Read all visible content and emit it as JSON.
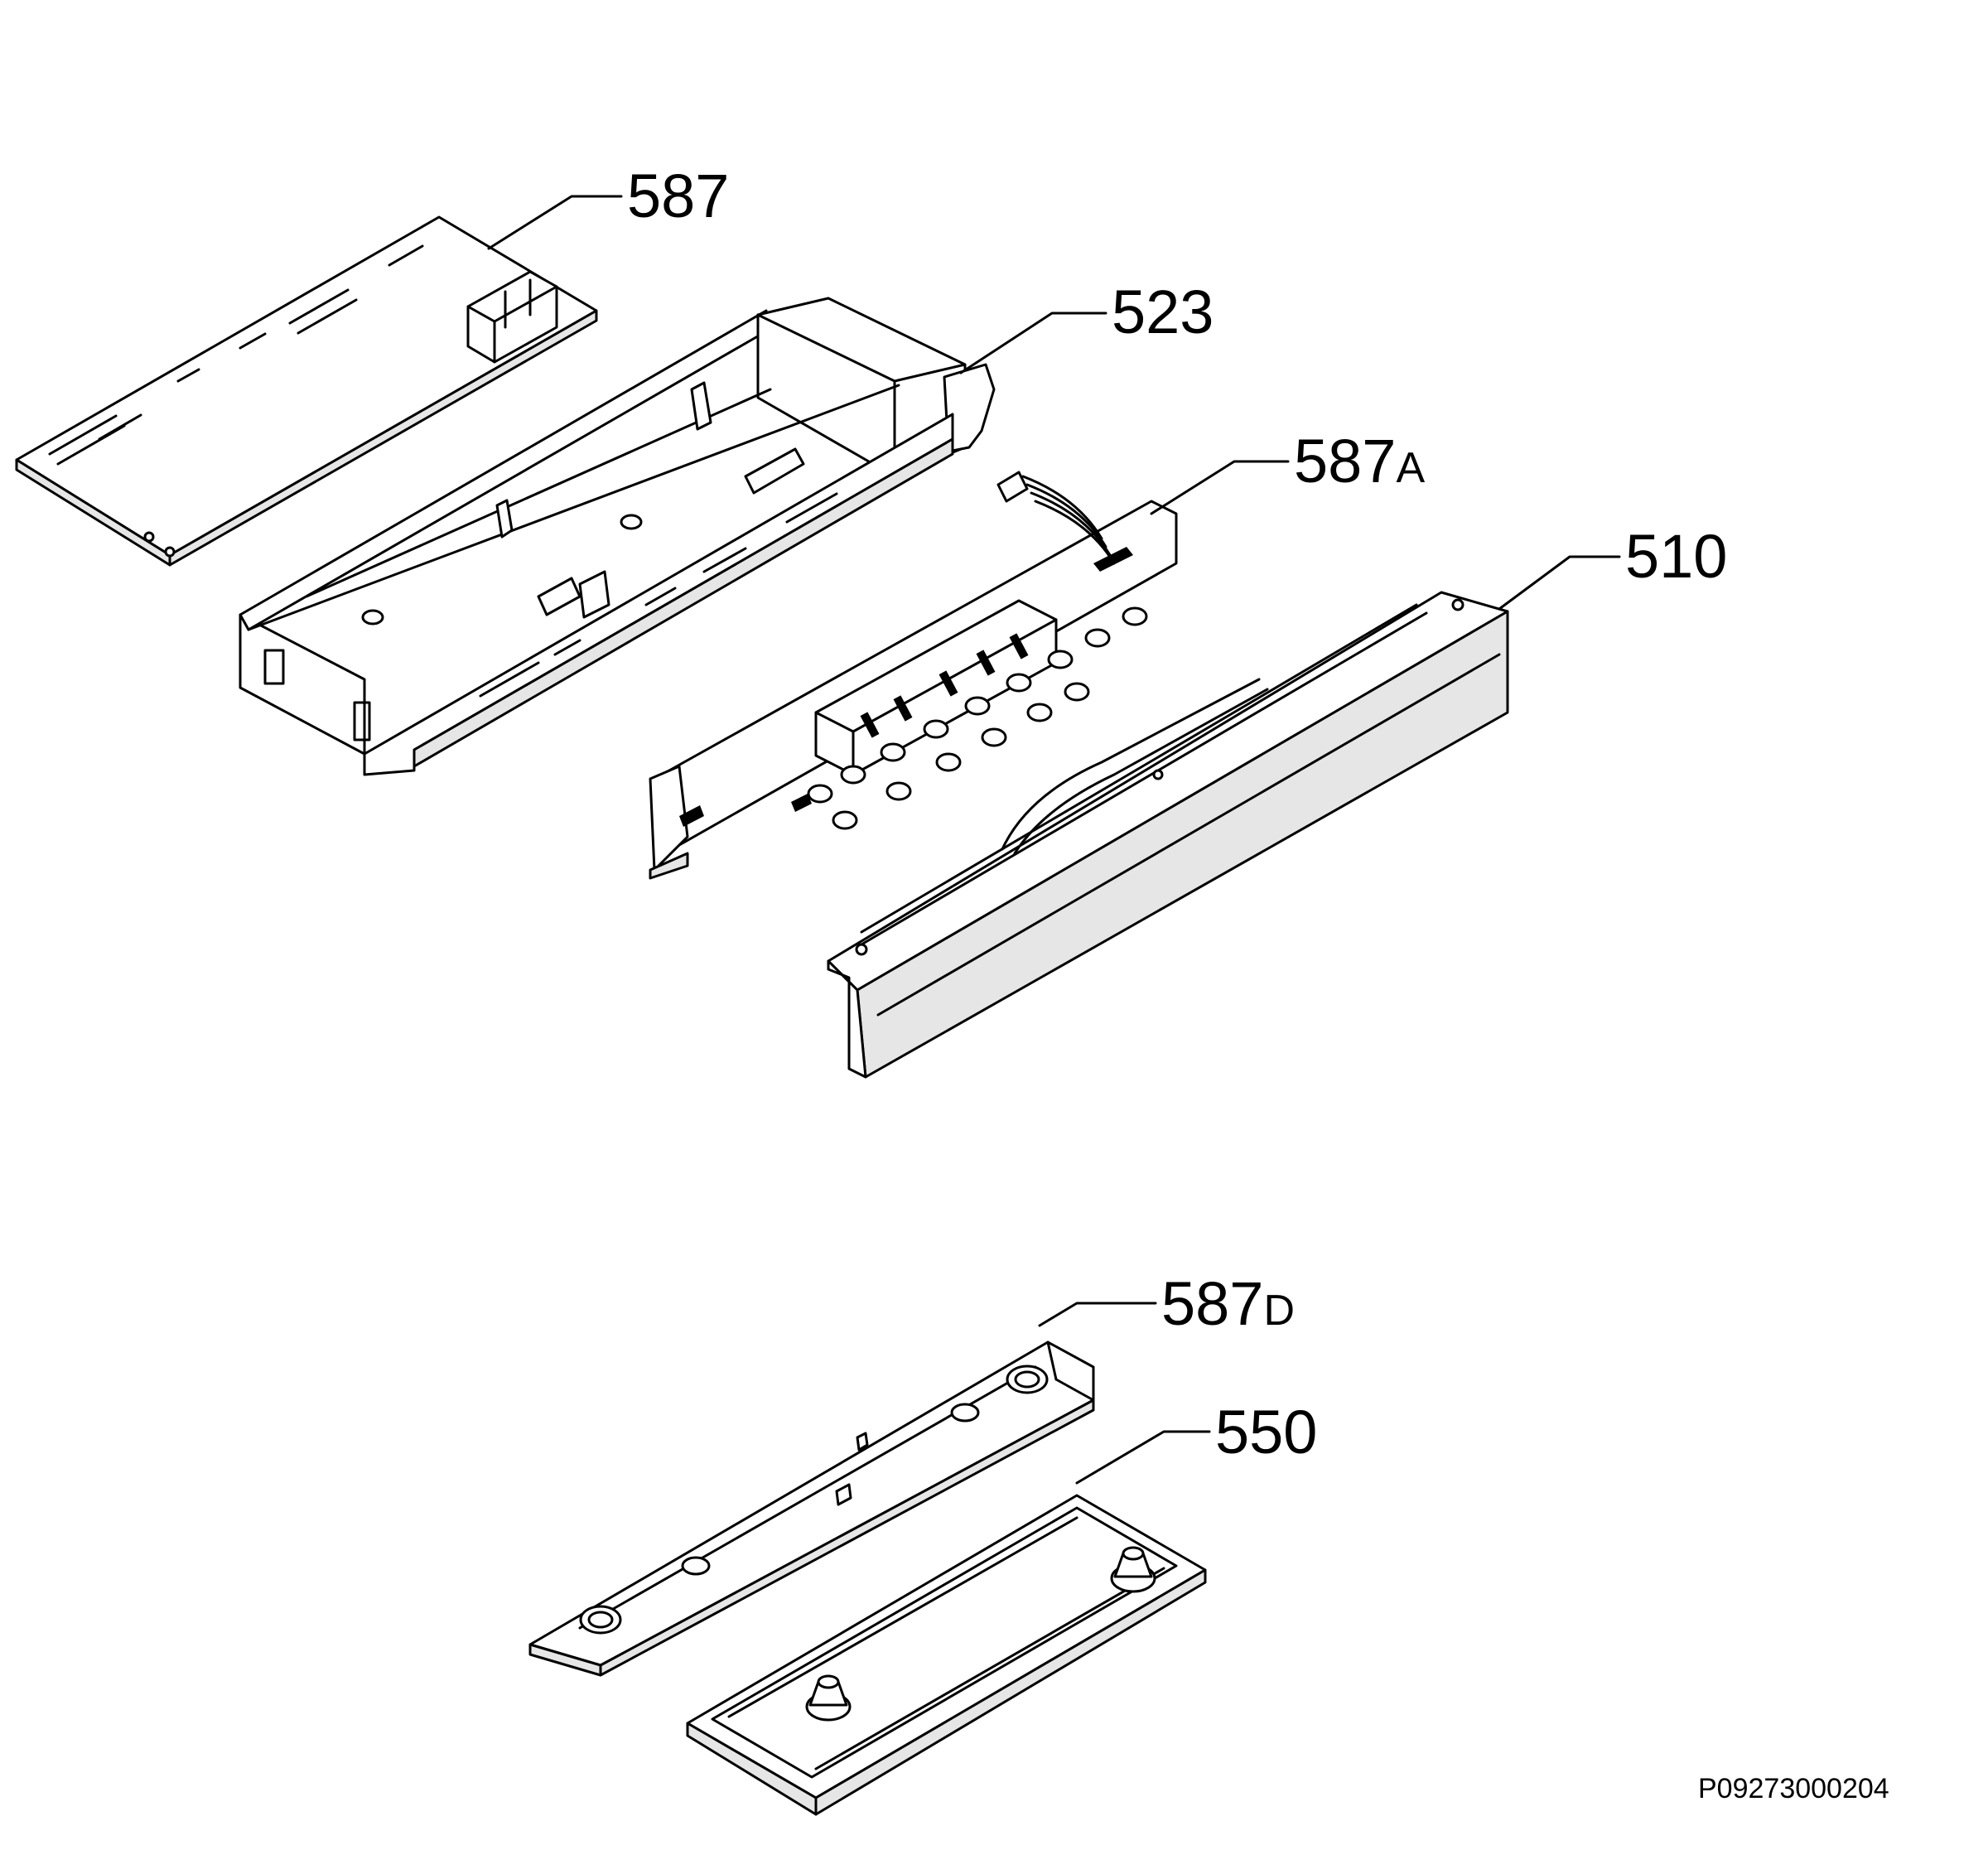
{
  "diagram": {
    "callouts": [
      {
        "id": "587",
        "number": "587",
        "suffix": ""
      },
      {
        "id": "523",
        "number": "523",
        "suffix": ""
      },
      {
        "id": "587A",
        "number": "587",
        "suffix": "A"
      },
      {
        "id": "510",
        "number": "510",
        "suffix": ""
      },
      {
        "id": "587D",
        "number": "587",
        "suffix": "D"
      },
      {
        "id": "550",
        "number": "550",
        "suffix": ""
      }
    ],
    "drawing_code": "P09273000204"
  }
}
